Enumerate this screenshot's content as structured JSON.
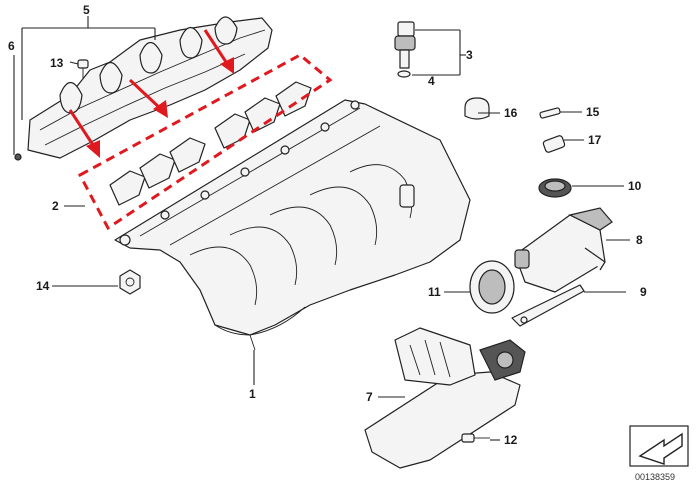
{
  "callouts": {
    "c1": "1",
    "c2": "2",
    "c3": "3",
    "c4": "4",
    "c5": "5",
    "c6": "6",
    "c7": "7",
    "c8": "8",
    "c9": "9",
    "c10": "10",
    "c11": "11",
    "c12": "12",
    "c13": "13",
    "c14": "14",
    "c15": "15",
    "c16": "16",
    "c17": "17"
  },
  "document_number": "00138359",
  "highlight": {
    "box_color": "#e0191f",
    "arrow_color": "#e0191f",
    "arrow_count": 3
  },
  "icons": {
    "corner": "arrow-corner-icon"
  }
}
